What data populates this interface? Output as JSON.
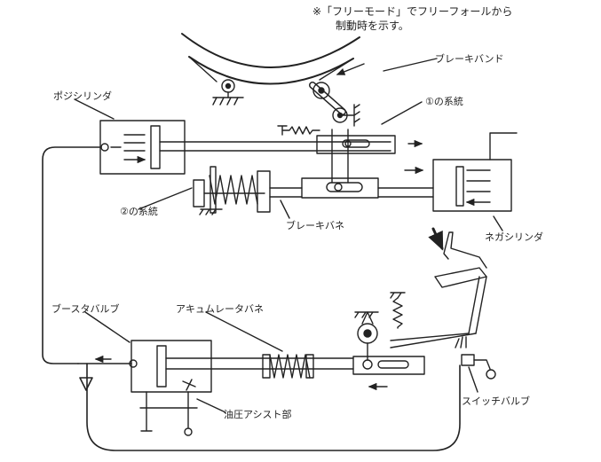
{
  "note": {
    "line1": "※「フリーモード」でフリーフォールから",
    "line2": "制動時を示す。"
  },
  "labels": {
    "brake_band": "ブレーキバンド",
    "posi_cylinder": "ポジシリンダ",
    "system1": "①の系統",
    "system2": "②の系統",
    "brake_spring": "ブレーキバネ",
    "nega_cylinder": "ネガシリンダ",
    "booster_valve": "ブースタバルブ",
    "accumulator_spring": "アキュムレータバネ",
    "hydraulic_assist": "油圧アシスト部",
    "switch_valve": "スイッチバルブ"
  },
  "colors": {
    "line": "#222222",
    "background": "#ffffff"
  }
}
